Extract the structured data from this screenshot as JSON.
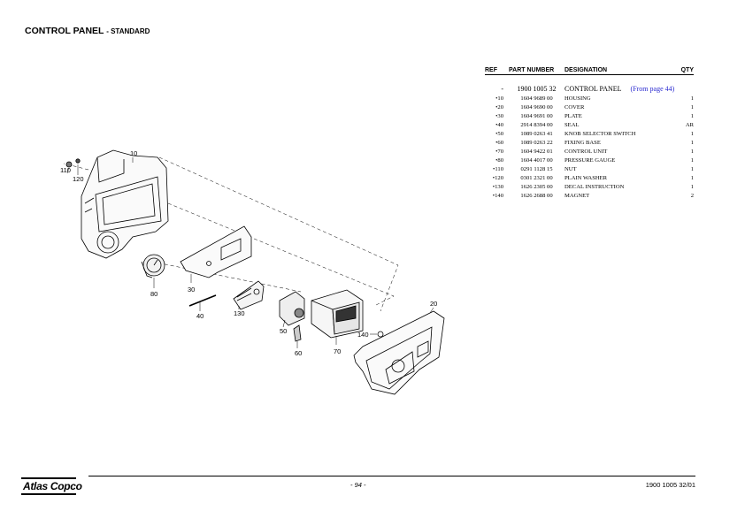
{
  "header": {
    "title": "CONTROL PANEL",
    "subtitle": "- STANDARD"
  },
  "table": {
    "columns": [
      "REF",
      "PART NUMBER",
      "DESIGNATION",
      "QTY"
    ],
    "main_row": {
      "ref": "-",
      "part_number": "1900 1005 32",
      "designation": "CONTROL PANEL",
      "link": "(From page 44)"
    },
    "rows": [
      {
        "ref": "•10",
        "part_number": "1604 9689 00",
        "designation": "HOUSING",
        "qty": "1"
      },
      {
        "ref": "•20",
        "part_number": "1604 9690 00",
        "designation": "COVER",
        "qty": "1"
      },
      {
        "ref": "•30",
        "part_number": "1604 9691 00",
        "designation": "PLATE",
        "qty": "1"
      },
      {
        "ref": "•40",
        "part_number": "2914 8394 00",
        "designation": "SEAL",
        "qty": "AR"
      },
      {
        "ref": "•50",
        "part_number": "1089 0263 41",
        "designation": "KNOB SELECTOR SWITCH",
        "qty": "1"
      },
      {
        "ref": "•60",
        "part_number": "1089 0263 22",
        "designation": "FIXING BASE",
        "qty": "1"
      },
      {
        "ref": "•70",
        "part_number": "1604 9422 01",
        "designation": "CONTROL UNIT",
        "qty": "1"
      },
      {
        "ref": "•80",
        "part_number": "1604 4017 00",
        "designation": "PRESSURE GAUGE",
        "qty": "1"
      },
      {
        "ref": "•110",
        "part_number": "0291 1128 15",
        "designation": "NUT",
        "qty": "1"
      },
      {
        "ref": "•120",
        "part_number": "0301 2321 00",
        "designation": "PLAIN WASHER",
        "qty": "1"
      },
      {
        "ref": "•130",
        "part_number": "1626 2305 00",
        "designation": "DECAL INSTRUCTION",
        "qty": "1"
      },
      {
        "ref": "•140",
        "part_number": "1626 2688 00",
        "designation": "MAGNET",
        "qty": "2"
      }
    ]
  },
  "diagram": {
    "callouts": [
      "10",
      "20",
      "30",
      "40",
      "50",
      "60",
      "70",
      "80",
      "110",
      "120",
      "130",
      "140"
    ]
  },
  "footer": {
    "logo": "Atlas Copco",
    "page": "- 94 -",
    "doc_ref": "1900 1005 32/01"
  },
  "colors": {
    "link": "#2a2ad0",
    "ink": "#000000"
  }
}
